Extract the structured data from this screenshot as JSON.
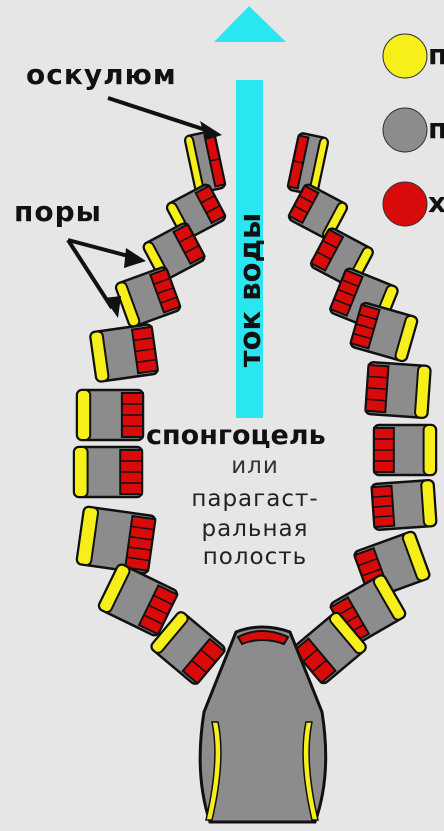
{
  "labels": {
    "osculum": "оскулюм",
    "pores": "поры",
    "water_flow": "ток воды",
    "spongocoel": "спонгоцель",
    "or": "или",
    "paragastric_line1": "парагаст-",
    "paragastric_line2": "ральная",
    "paragastric_line3": "полость"
  },
  "legend": [
    {
      "color": "#f7ef1a",
      "text": "п"
    },
    {
      "color": "#8c8c8c",
      "text": "п"
    },
    {
      "color": "#d90a0a",
      "text": "х"
    }
  ],
  "colors": {
    "background": "#e6e6e6",
    "cell_yellow": "#f7ef1a",
    "cell_gray": "#8c8c8c",
    "cell_red": "#d90a0a",
    "water_arrow": "#29e6f0",
    "outline": "#111111"
  }
}
